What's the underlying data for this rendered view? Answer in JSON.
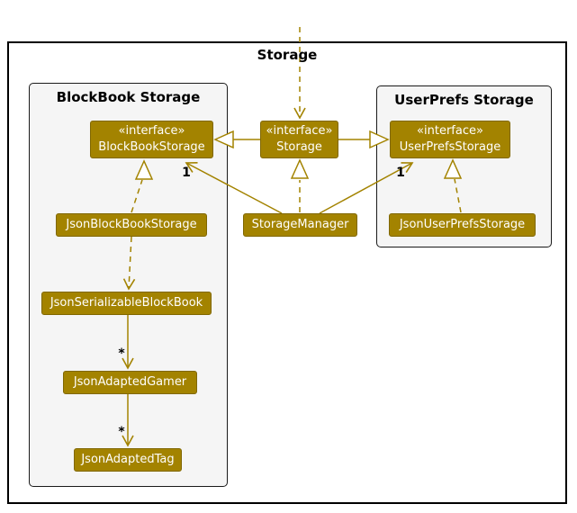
{
  "frames": {
    "outer": {
      "title": "Storage"
    },
    "blockbook": {
      "title": "BlockBook Storage"
    },
    "userprefs": {
      "title": "UserPrefs Storage"
    }
  },
  "interfaces": {
    "blockbook_storage": {
      "stereotype": "«interface»",
      "name": "BlockBookStorage"
    },
    "storage": {
      "stereotype": "«interface»",
      "name": "Storage"
    },
    "userprefs_storage": {
      "stereotype": "«interface»",
      "name": "UserPrefsStorage"
    }
  },
  "classes": {
    "json_blockbook_storage": {
      "name": "JsonBlockBookStorage"
    },
    "storage_manager": {
      "name": "StorageManager"
    },
    "json_userprefs_storage": {
      "name": "JsonUserPrefsStorage"
    },
    "json_serializable_blockbook": {
      "name": "JsonSerializableBlockBook"
    },
    "json_adapted_gamer": {
      "name": "JsonAdaptedGamer"
    },
    "json_adapted_tag": {
      "name": "JsonAdaptedTag"
    }
  },
  "multiplicity_labels": {
    "storagemanager_to_blockbookstorage": "1",
    "storagemanager_to_userprefsstorage": "1",
    "serializable_to_gamer": "*",
    "gamer_to_tag": "*"
  },
  "relationships": [
    {
      "from": "outside-frame-top",
      "to": "Storage",
      "type": "dashed-dependency-arrow"
    },
    {
      "from": "Storage",
      "to": "BlockBookStorage",
      "type": "extension-hollow-triangle"
    },
    {
      "from": "Storage",
      "to": "UserPrefsStorage",
      "type": "extension-hollow-triangle"
    },
    {
      "from": "StorageManager",
      "to": "Storage",
      "type": "realization-dashed-hollow-triangle"
    },
    {
      "from": "StorageManager",
      "to": "BlockBookStorage",
      "type": "association-open-arrow",
      "label": "1"
    },
    {
      "from": "StorageManager",
      "to": "UserPrefsStorage",
      "type": "association-open-arrow",
      "label": "1"
    },
    {
      "from": "JsonBlockBookStorage",
      "to": "BlockBookStorage",
      "type": "realization-dashed-hollow-triangle"
    },
    {
      "from": "JsonUserPrefsStorage",
      "to": "UserPrefsStorage",
      "type": "realization-dashed-hollow-triangle"
    },
    {
      "from": "JsonBlockBookStorage",
      "to": "JsonSerializableBlockBook",
      "type": "dashed-dependency-arrow"
    },
    {
      "from": "JsonSerializableBlockBook",
      "to": "JsonAdaptedGamer",
      "type": "association-open-arrow",
      "label": "*"
    },
    {
      "from": "JsonAdaptedGamer",
      "to": "JsonAdaptedTag",
      "type": "association-open-arrow",
      "label": "*"
    }
  ],
  "colors": {
    "storage_accent": "#A38300",
    "frame_background": "#F5F5F5",
    "frame_border": "#000000",
    "node_text": "#FFFFFF",
    "label_text": "#000000"
  }
}
